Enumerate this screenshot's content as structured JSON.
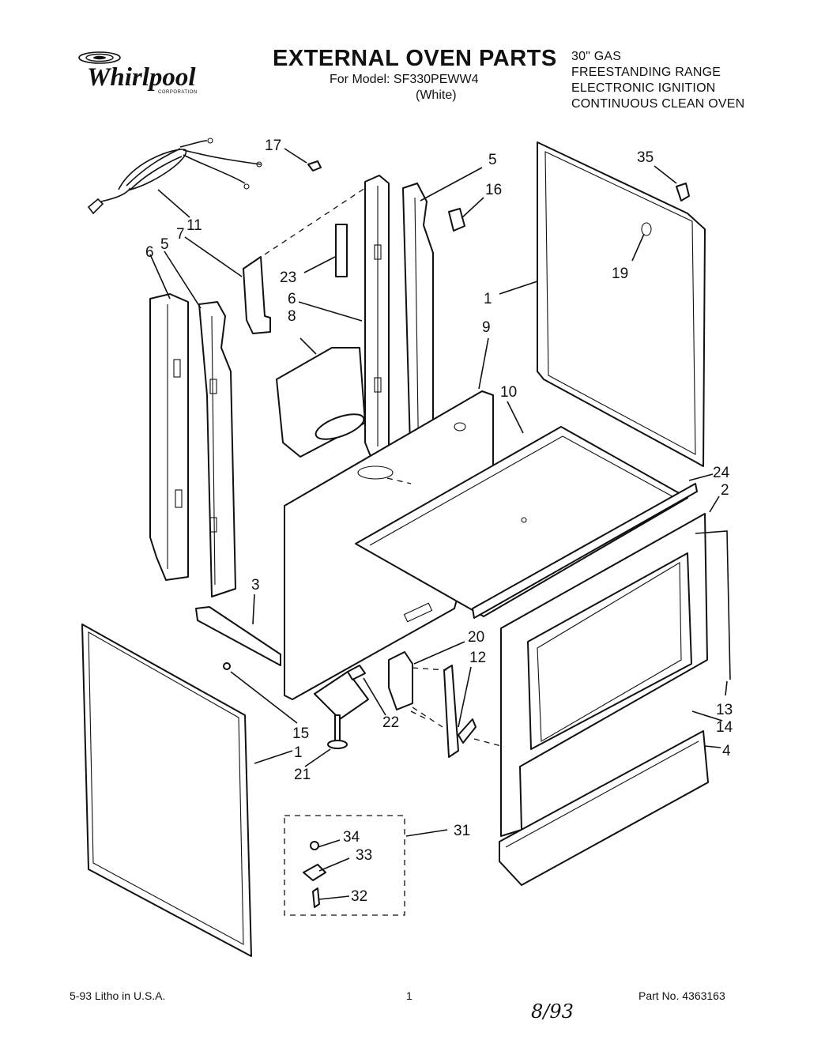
{
  "brand": {
    "name": "Whirlpool",
    "sub": "CORPORATION"
  },
  "header": {
    "title": "EXTERNAL OVEN PARTS",
    "model_line": "For Model: SF330PEWW4",
    "color_line": "(White)"
  },
  "product_lines": [
    "30\" GAS",
    "FREESTANDING RANGE",
    "ELECTRONIC IGNITION",
    "CONTINUOUS CLEAN OVEN"
  ],
  "callouts": [
    "17",
    "5",
    "16",
    "35",
    "11",
    "6",
    "5",
    "7",
    "23",
    "6",
    "8",
    "19",
    "1",
    "9",
    "10",
    "24",
    "2",
    "3",
    "20",
    "12",
    "13",
    "15",
    "22",
    "14",
    "1",
    "21",
    "4",
    "34",
    "31",
    "33",
    "32"
  ],
  "footer": {
    "litho": "5-93 Litho in U.S.A.",
    "page": "1",
    "handwritten": "8/93",
    "part_no": "Part No. 4363163"
  },
  "icons": [
    "whirlpool-swirl-icon"
  ]
}
